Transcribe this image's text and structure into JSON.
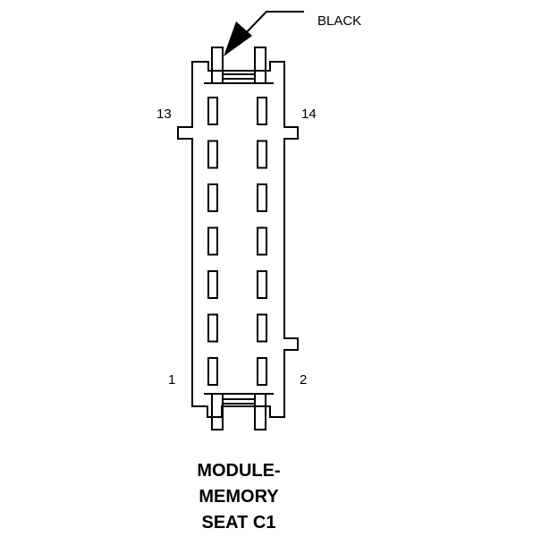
{
  "connector": {
    "color_label": "BLACK",
    "pin_labels": {
      "top_left": "13",
      "top_right": "14",
      "bottom_left": "1",
      "bottom_right": "2"
    },
    "title_lines": [
      "MODULE-",
      "MEMORY",
      "SEAT C1"
    ],
    "cavity_count": 14,
    "colors": {
      "stroke": "#000000",
      "background": "#ffffff"
    }
  }
}
